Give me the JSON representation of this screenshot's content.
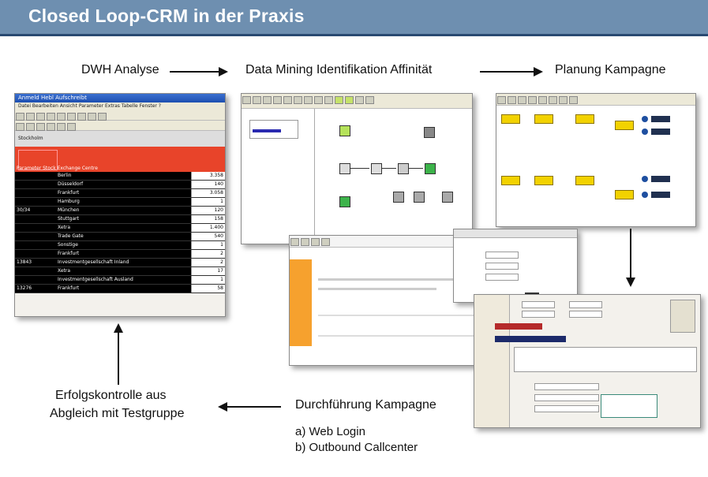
{
  "header": {
    "title": "Closed Loop-CRM in der Praxis"
  },
  "flow": {
    "step_dwh": "DWH Analyse",
    "step_mining": "Data Mining Identifikation Affinität",
    "step_planning": "Planung Kampagne",
    "step_execution": "Durchführung Kampagne",
    "step_execution_a": "a) Web Login",
    "step_execution_b": "b) Outbound Callcenter",
    "step_control_line1": "Erfolgskontrolle aus",
    "step_control_line2": "Abgleich mit Testgruppe"
  },
  "dwh_window": {
    "title": "Anmeld Hebl Aufschreibt",
    "menu": "Datei  Bearbeiten  Ansicht  Parameter  Extras  Tabelle  Fenster  ?",
    "tab": "Stockholm",
    "header": "Parameter   Stock Exchange Centre",
    "rows": [
      {
        "group": "",
        "name": "Berlin",
        "value": "3.358"
      },
      {
        "group": "",
        "name": "Düsseldorf",
        "value": "140"
      },
      {
        "group": "",
        "name": "Frankfurt",
        "value": "3.058"
      },
      {
        "group": "",
        "name": "Hamburg",
        "value": "1"
      },
      {
        "group": "30/34",
        "name": "München",
        "value": "120"
      },
      {
        "group": "",
        "name": "Stuttgart",
        "value": "158"
      },
      {
        "group": "",
        "name": "Xetra",
        "value": "1.400"
      },
      {
        "group": "",
        "name": "Trade Gate",
        "value": "540"
      },
      {
        "group": "",
        "name": "Sonstige",
        "value": "1"
      },
      {
        "group": "",
        "name": "Frankfurt",
        "value": "2"
      },
      {
        "group": "13843",
        "name": "Investmentgesellschaft Inland",
        "value": "2"
      },
      {
        "group": "",
        "name": "Xetra",
        "value": "17"
      },
      {
        "group": "",
        "name": "Investmentgesellschaft Ausland",
        "value": "1"
      },
      {
        "group": "13276",
        "name": "Frankfurt",
        "value": "58"
      }
    ]
  },
  "colors": {
    "title_bar": "#6e8fb0",
    "title_underline": "#2a4a72",
    "dwh_accent": "#e8442a",
    "plan_node": "#f2d200",
    "arrow": "#111111"
  }
}
